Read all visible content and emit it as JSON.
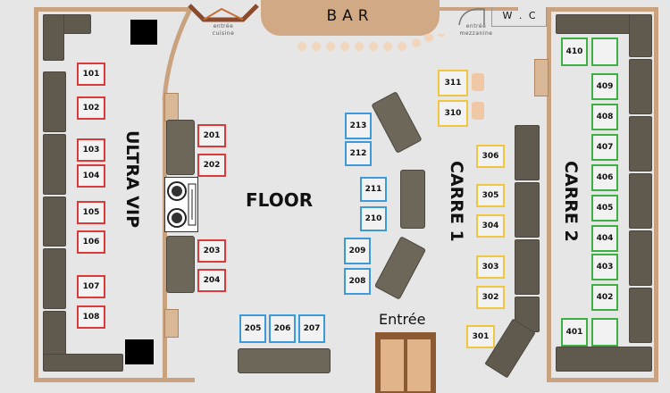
{
  "zones": {
    "bar": "BAR",
    "wc": "W . C",
    "entree_cuisine": "entrée cuisine",
    "entree_mezzanine": "entrée mezzanine",
    "ultra_vip": "ULTRA VIP",
    "floor": "FLOOR",
    "carre1": "CARRE 1",
    "carre2": "CARRE 2",
    "entree": "Entrée"
  },
  "tables": {
    "ultra_vip": [
      "101",
      "102",
      "103",
      "104",
      "105",
      "106",
      "107",
      "108"
    ],
    "floor_left": [
      "201",
      "202",
      "203",
      "204"
    ],
    "floor_bottom": [
      "205",
      "206",
      "207"
    ],
    "floor_right": [
      "213",
      "212",
      "211",
      "210",
      "209",
      "208"
    ],
    "carre1_top": [
      "311",
      "310"
    ],
    "carre1": [
      "306",
      "305",
      "304",
      "303",
      "302",
      "301"
    ],
    "carre2": [
      "410",
      "409",
      "408",
      "407",
      "406",
      "405",
      "404",
      "403",
      "402",
      "401"
    ]
  },
  "colors": {
    "ultra_vip": "#d93a3a",
    "floor": "#3b9ad9",
    "carre1": "#f0c640",
    "carre2": "#3cb043",
    "wall": "#c9a27f",
    "sofa": "#6c6759"
  }
}
